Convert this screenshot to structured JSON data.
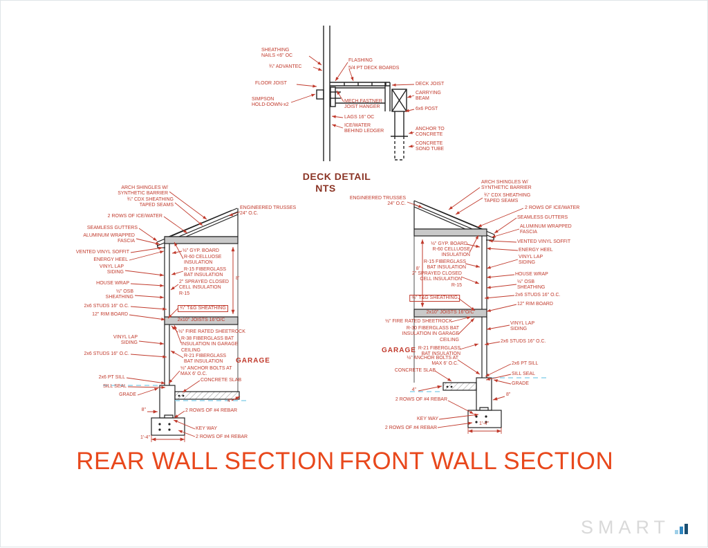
{
  "deck": {
    "title": "DECK DETAIL",
    "scale": "NTS",
    "labels": {
      "sheathing_nails": "SHEATHING\nNAILS <6\" OC",
      "advantec": "¾\" ADVANTEC",
      "flashing": "FLASHING",
      "deck_boards": "5/4 PT DECK BOARDS",
      "floor_joist": "FLOOR JOIST",
      "simpson": "SIMPSON\nHOLD-DOWN-x2",
      "mech_fastner": "MECH.FASTNER\nJOIST HANGER",
      "lags": "LAGS 16\" OC",
      "ice_water_ledger": "ICE/WATER\nBEHIND LEDGER",
      "deck_joist": "DECK JOIST",
      "carrying_beam": "CARRYING\nBEAM",
      "post": "6x6 POST",
      "anchor_concrete": "ANCHOR TO\nCONCRETE",
      "sono_tube": "CONCRETE\nSONO TUBE"
    }
  },
  "rear": {
    "title": "REAR WALL SECTION",
    "labels": {
      "arch_shingles": "ARCH SHINGLES W/\nSYNTHETIC BARRIER",
      "cdx": "¾\" CDX SHEATHING\nTAPED SEAMS",
      "ice_water": "2 ROWS OF ICE/WATER",
      "gutters": "SEAMLESS GUTTERS",
      "fascia": "ALUMINUM WRAPPED\nFASCIA",
      "soffit": "VENTED VINYL SOFFIT",
      "energy_heel": "ENERGY HEEL",
      "vinyl_upper": "VINYL LAP\nSIDING",
      "house_wrap": "HOUSE WRAP",
      "osb": "½\" OSB\nSHEATHING",
      "studs_upper": "2x6 STUDS 16\" O.C.",
      "rim_board": "12\" RIM BOARD",
      "vinyl_lower": "VINYL LAP\nSIDING",
      "studs_lower": "2x6 STUDS 16\" O.C.",
      "pt_sill": "2x6 PT SILL",
      "sill_seal": "SILL SEAL",
      "grade": "GRADE",
      "trusses": "ENGINEERED TRUSSES\n24\" O.C.",
      "gyp": "½\" GYP. BOARD",
      "r60": "R-60 CELLUOSE\nINSULATION",
      "r15": "R-15 FIBERGLASS\nBAT INSULATION",
      "sprayed": "2\" SPRAYED CLOSED\nCELL INSULATION\nR-15",
      "tg_sheathing": "¾\" T&G SHEATHING",
      "joists": "2x10\" JOISTS 16\"O/C",
      "fire_rock": "½\" FIRE RATED SHEETROCK",
      "r_garage_ceiling": "R-38 FIBERGLASS BAT\nINSULATION IN GARAGE\nCEILING",
      "r21": "R-21 FIBERGLASS\nBAT INSULATION",
      "garage": "GARAGE",
      "anchor_bolts": "½\" ANCHOR BOLTS AT\nMAX 6' O.C.",
      "slab": "CONCRETE SLAB",
      "rebar_top": "2 ROWS OF #4 REBAR",
      "keyway": "KEY WAY",
      "rebar_bottom": "2 ROWS OF #4 REBAR",
      "dim_8ft": "8'",
      "dim_8in": "8\"",
      "dim_4in": "4\"",
      "dim_16": "1'-4\""
    }
  },
  "front": {
    "title": "FRONT WALL SECTION",
    "labels": {
      "arch_shingles": "ARCH SHINGLES W/\nSYNTHETIC BARRIER",
      "cdx": "¾\" CDX SHEATHING\nTAPED SEAMS",
      "ice_water": "2 ROWS OF ICE/WATER",
      "gutters": "SEAMLESS GUTTERS",
      "fascia": "ALUMINUM WRAPPED\nFASCIA",
      "soffit": "VENTED VINYL SOFFIT",
      "energy_heel": "ENERGY HEEL",
      "vinyl_upper": "VINYL LAP\nSIDING",
      "house_wrap": "HOUSE WRAP",
      "osb": "½\" OSB\nSHEATHING",
      "studs_upper": "2x6 STUDS 16\" O.C.",
      "rim_board": "12\" RIM BOARD",
      "vinyl_lower": "VINYL LAP\nSIDING",
      "studs_lower": "2x6 STUDS 16\" O.C.",
      "pt_sill": "2x6 PT SILL",
      "sill_seal": "SILL SEAL",
      "grade": "GRADE",
      "trusses": "ENGINEERED TRUSSES\n24\" O.C.",
      "gyp": "½\" GYP. BOARD",
      "r60": "R-60 CELLUOSE\nINSULATION",
      "r15": "R-15 FIBERGLASS\nBAT INSULATION",
      "sprayed": "2\" SPRAYED CLOSED\nCELL INSULATION\nR-15",
      "tg_sheathing": "¾\" T&G SHEATHING",
      "joists": "2x10\" JOISTS 16\"O/C",
      "fire_rock": "½\" FIRE RATED SHEETROCK",
      "r_garage_ceiling": "R-30 FIBERGLASS BAT\nINSULATION IN GARAGE\nCEILING",
      "r21": "R-21 FIBERGLASS\nBAT INSULATION",
      "garage": "GARAGE",
      "anchor_bolts": "½\" ANCHOR BOLTS AT\nMAX 6' O.C.",
      "slab": "CONCRETE SLAB",
      "rebar_top": "2 ROWS OF #4 REBAR",
      "keyway": "KEY WAY",
      "rebar_bottom": "2 ROWS OF #4 REBAR",
      "dim_8ft": "8'",
      "dim_8in": "8\"",
      "dim_4in": "4\"",
      "dim_16": "1'-4\""
    }
  },
  "watermark": {
    "text": "SMART"
  },
  "colors": {
    "annotation_red": "#c0392b",
    "title_orange": "#e8481c",
    "deck_title_maroon": "#8a3324",
    "grade_blue": "#8fd4ec"
  }
}
